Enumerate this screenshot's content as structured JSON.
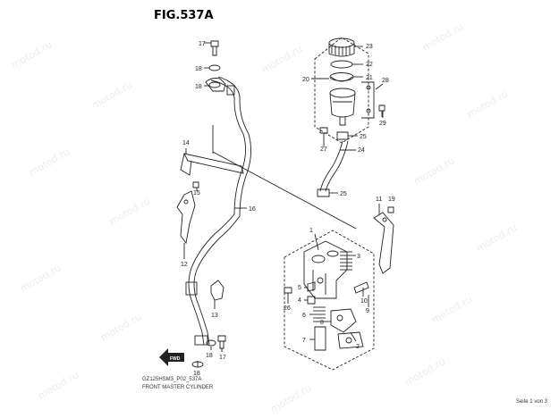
{
  "figure_title": "FIG.537A",
  "footer": {
    "model_code": "GZ125HSM3_P02_537A",
    "section_name": "FRONT MASTER CYLINDER",
    "page": "Seite 1 von 3"
  },
  "watermark_text": "motod.ru",
  "front_arrow_label": "FWD",
  "part_labels": [
    "23",
    "22",
    "21",
    "20",
    "28",
    "29",
    "25",
    "27",
    "24",
    "25",
    "11",
    "19",
    "1",
    "3",
    "10",
    "9",
    "5",
    "4",
    "26",
    "6",
    "7",
    "8",
    "2",
    "17",
    "18",
    "18",
    "14",
    "15",
    "16",
    "12",
    "13",
    "18",
    "17",
    "18"
  ]
}
